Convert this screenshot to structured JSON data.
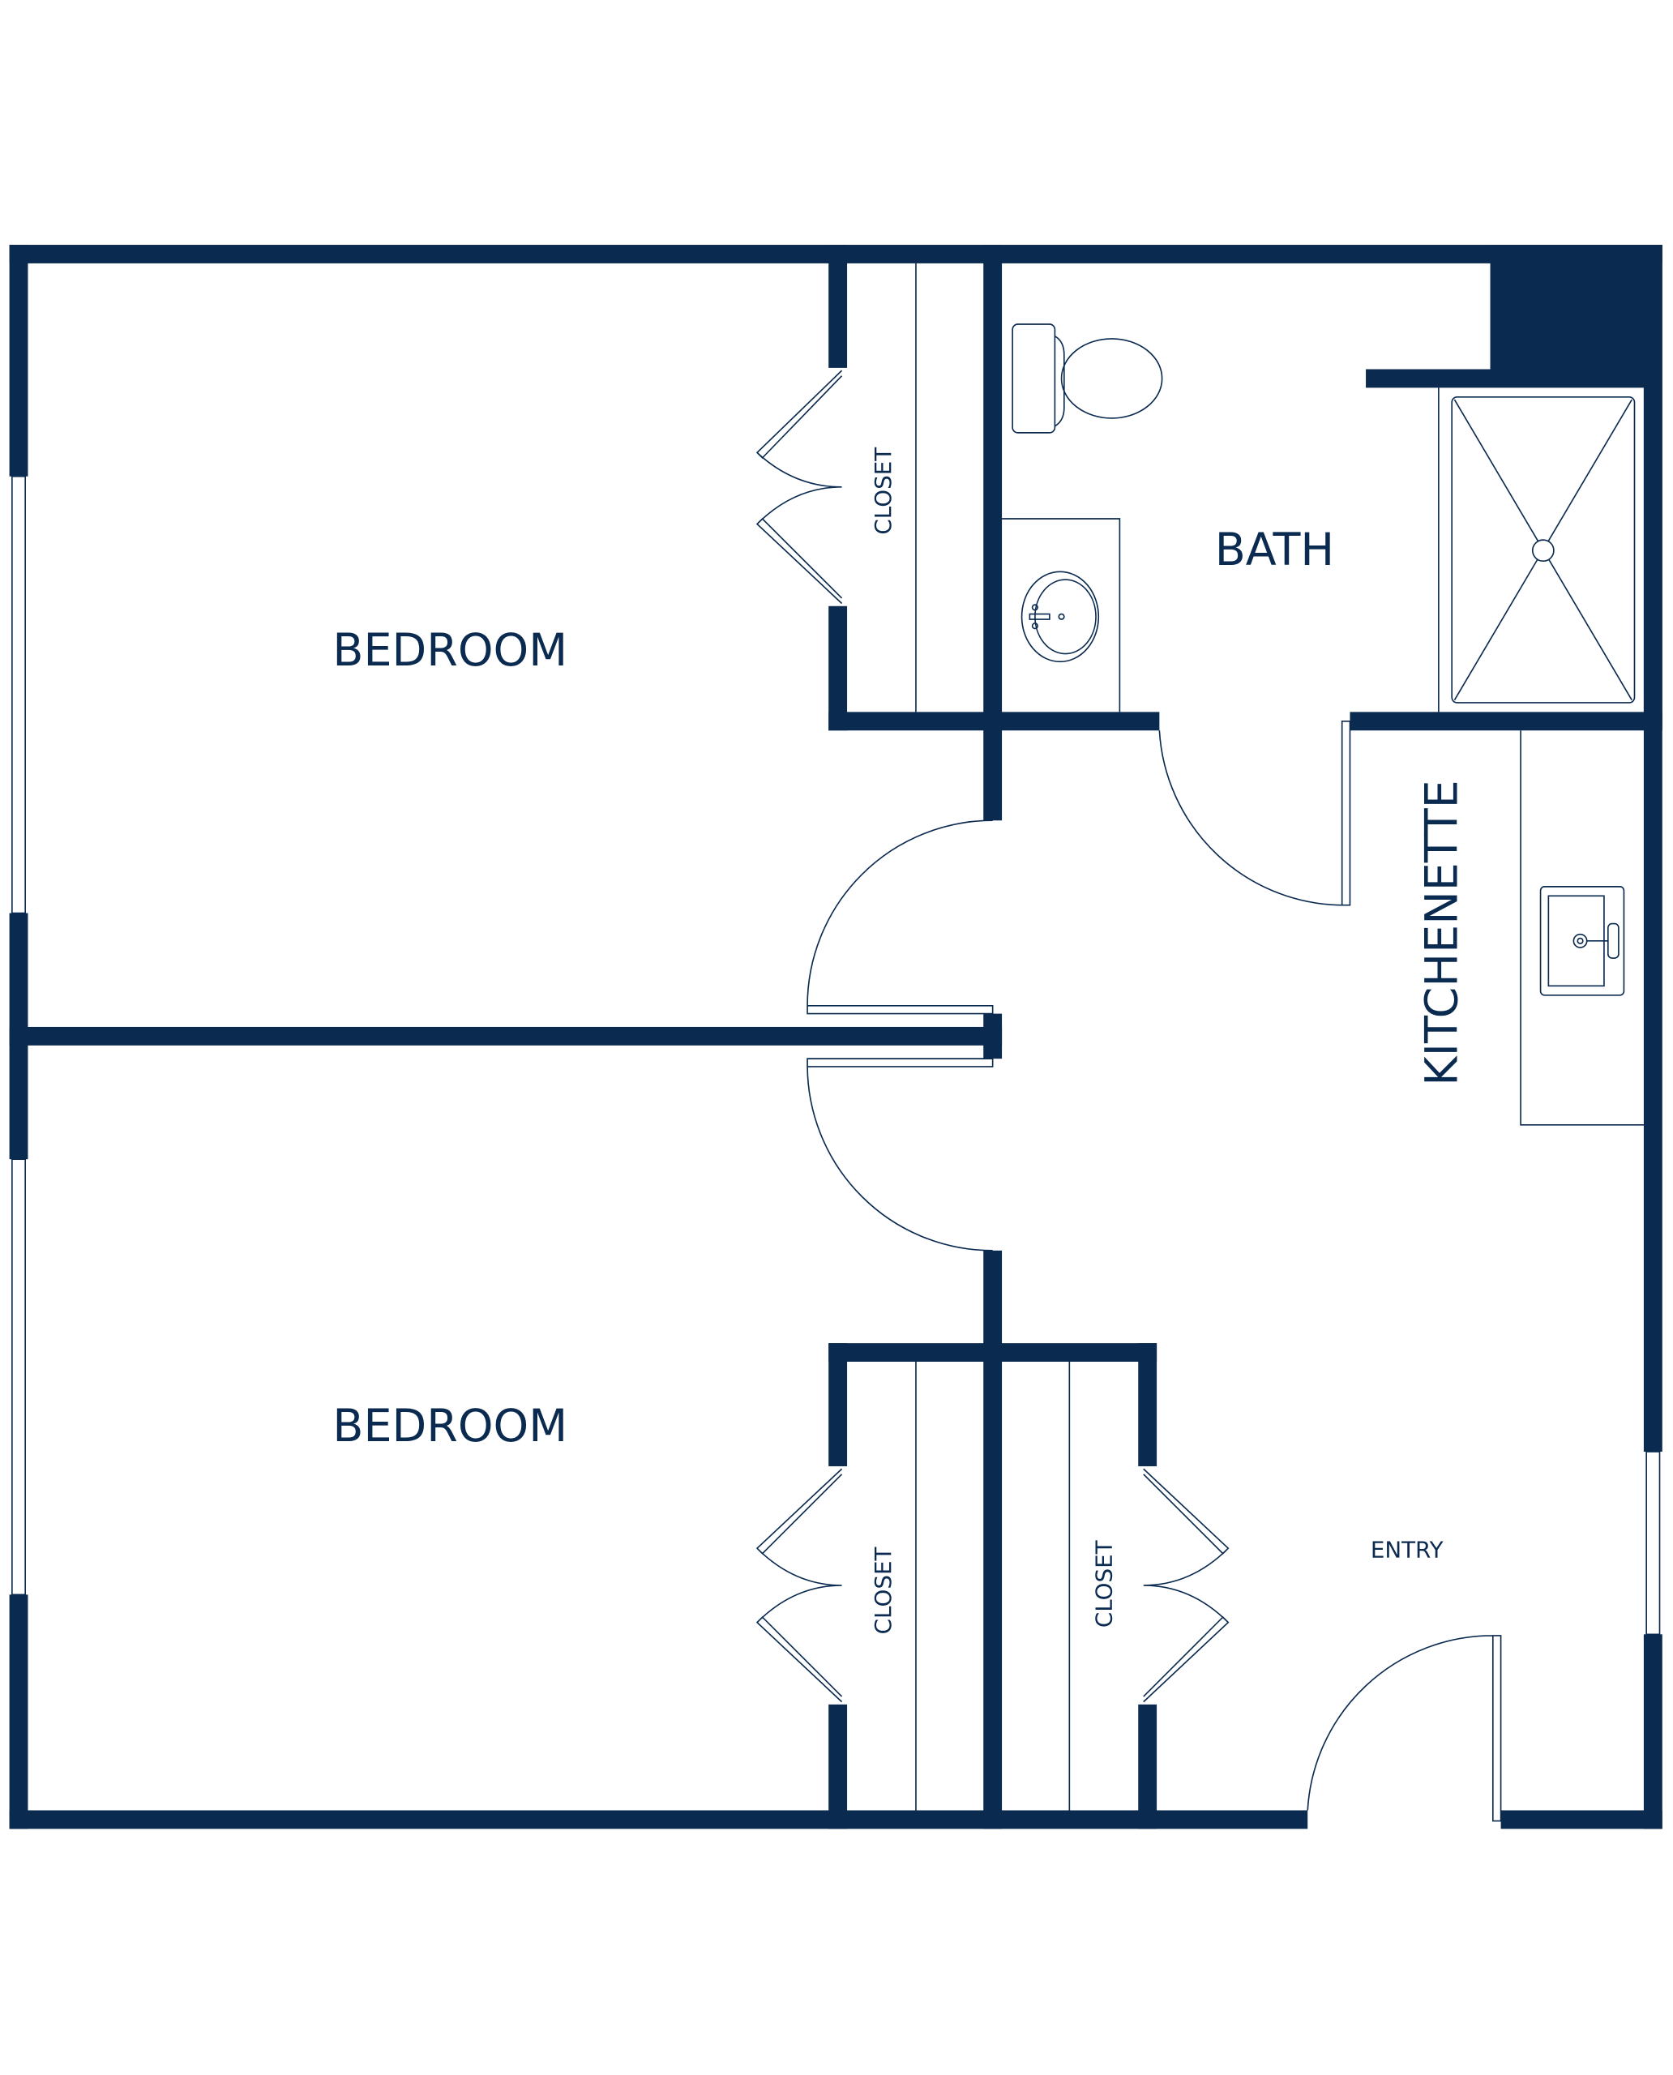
{
  "rooms": {
    "bedroom_top": "BEDROOM",
    "bedroom_bottom": "BEDROOM",
    "bath": "BATH",
    "kitchenette": "KITCHENETTE",
    "entry": "ENTRY",
    "closet_top": "CLOSET",
    "closet_bottom_left": "CLOSET",
    "closet_bottom_right": "CLOSET"
  },
  "colors": {
    "wall": "#0b2a4f",
    "background": "#ffffff"
  }
}
